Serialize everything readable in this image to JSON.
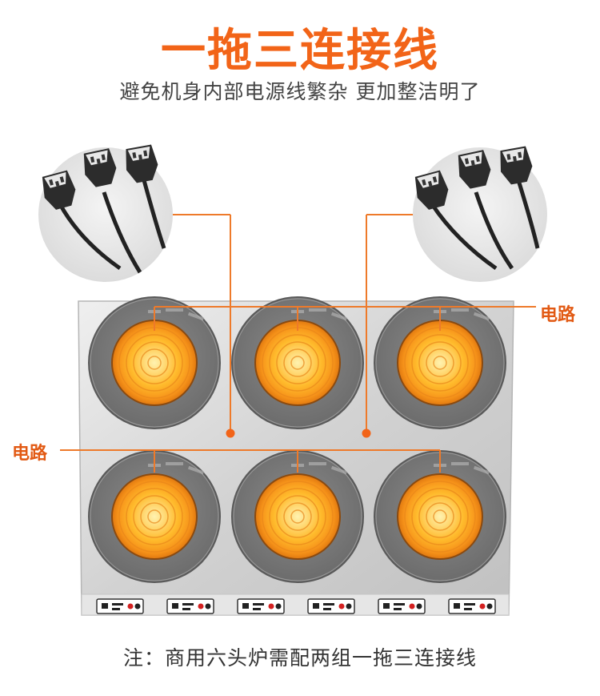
{
  "header": {
    "title": "一拖三连接线",
    "subtitle": "避免机身内部电源线繁杂 更加整洁明了"
  },
  "labels": {
    "circuit_right": "电路",
    "circuit_left": "电路"
  },
  "footer": {
    "note": "注：商用六头炉需配两组一拖三连接线"
  },
  "colors": {
    "accent": "#f26418",
    "line": "#ee7a2a",
    "steel": "#d8d8d8",
    "burner_glow": "#ffa41c"
  },
  "icons": [
    "power-plug-icon",
    "burner-icon",
    "control-panel-icon"
  ]
}
